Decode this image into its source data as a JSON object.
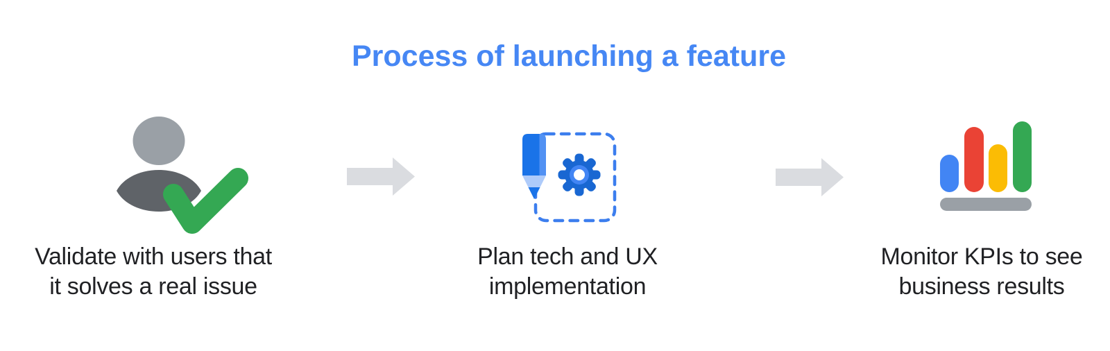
{
  "title": {
    "text": "Process of launching a feature"
  },
  "steps": [
    {
      "name": "validate",
      "icon": "user-check-icon",
      "label": {
        "line1": "Validate with users that",
        "line2": "it solves a real issue"
      }
    },
    {
      "name": "plan",
      "icon": "pencil-gear-icon",
      "label": {
        "line1": "Plan tech and UX",
        "line2": "implementation"
      }
    },
    {
      "name": "monitor",
      "icon": "bar-chart-icon",
      "label": {
        "line1": "Monitor KPIs to see",
        "line2": "business results"
      }
    }
  ],
  "arrows": [
    {
      "name": "arrow-1",
      "direction": "right"
    },
    {
      "name": "arrow-2",
      "direction": "right"
    }
  ],
  "colors": {
    "title_blue": "#4687F4",
    "label_dark": "#202124",
    "arrow_gray": "#DADCE0",
    "head_gray": "#9AA0A6",
    "body_gray": "#5F6368",
    "check_green": "#34A853",
    "pencil_blue": "#1A73E8",
    "pencil_light_blue": "#5191F3",
    "pencil_wood": "#AECBFA",
    "dash_blue": "#3C7EEE",
    "gear_blue": "#1967D2",
    "gear_ring_blue": "#4285F4",
    "bar_blue": "#4285F4",
    "bar_red": "#EA4335",
    "bar_yellow": "#FBBC04",
    "bar_green": "#34A853",
    "base_gray": "#9AA0A6",
    "white": "#FFFFFF"
  }
}
